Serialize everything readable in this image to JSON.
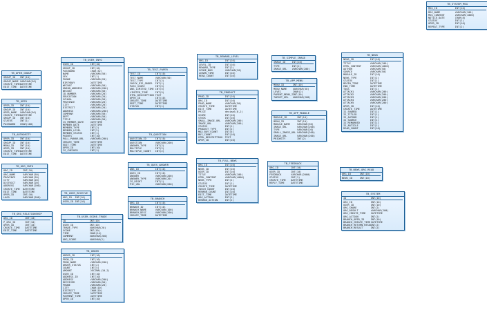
{
  "tables": [
    {
      "name": "TB_SYSTEM_MSG",
      "rows": [
        [
          "MSG_ID",
          "INT(10)"
        ],
        [
          "MSG_NAME",
          "VARCHAR(100)"
        ],
        [
          "MSG_CONTENT",
          "VARCHAR(1000)"
        ],
        [
          "NOTICE_DATE",
          "CHAR(8)"
        ],
        [
          "STATUS",
          "INT(1)"
        ],
        [
          "OPER_ID",
          "INT(10)"
        ],
        [
          "REPEAT_TYPE",
          "INT(2)"
        ]
      ]
    },
    {
      "name": "TB_OPER_GROUP",
      "rows": [
        [
          "GROUP_ID",
          "INT(10)"
        ],
        [
          "GROUP_NAME",
          "VARCHAR(50)"
        ],
        [
          "CREATE_TIME",
          "DATETIME"
        ],
        [
          "EDIT_TIME",
          "DATETIME"
        ]
      ]
    },
    {
      "name": "TB_OPER",
      "rows": [
        [
          "OPER_ID",
          "INT(10)"
        ],
        [
          "GROUP_ID",
          "INT(10)"
        ],
        [
          "OPER_NAME",
          "VARCHAR(50)"
        ],
        [
          "CREATE_TIME",
          "DATETIME"
        ],
        [
          "GROUP_ID",
          "INT(10)"
        ],
        [
          "STATUS",
          "INT(1)"
        ],
        [
          "PASSWORD",
          "CHAR(100)"
        ]
      ]
    },
    {
      "name": "TB_AUTHORITY",
      "rows": [
        [
          "OPER_ID",
          "INT(10)"
        ],
        [
          "GROUP_ID",
          "INT(10)"
        ],
        [
          "MENU_ID",
          "INT(10)"
        ],
        [
          "OPER_ID",
          "INT(10)"
        ],
        [
          "CREATE_TIME",
          "DATETIME"
        ],
        [
          "EDIT_TIME",
          "DATETIME"
        ]
      ]
    },
    {
      "name": "TB_ORG_INFO",
      "rows": [
        [
          "ORG_ID",
          "INT(10)"
        ],
        [
          "ORG_NAME",
          "VARCHAR(50)"
        ],
        [
          "PROVINCE",
          "VARCHAR(20)"
        ],
        [
          "CITY",
          "VARCHAR(20)"
        ],
        [
          "DISTRICT",
          "VARCHAR(20)"
        ],
        [
          "ADDRESS",
          "VARCHAR(200)"
        ],
        [
          "CREATE_TIME",
          "DATETIME"
        ],
        [
          "EDIT_TIME",
          "DATETIME"
        ],
        [
          "OPER_ID",
          "INT(10)"
        ],
        [
          "LOGO",
          "VARCHAR(200)"
        ]
      ]
    },
    {
      "name": "TB_ORG_RELATIONSHIP",
      "rows": [
        [
          "ORG_ID",
          "INT(10)"
        ],
        [
          "P_ORG_ID",
          "INT(10)"
        ],
        [
          "OPER_ID",
          "INT(10)"
        ],
        [
          "CREATE_TIME",
          "DATETIME"
        ],
        [
          "EDIT_TIME",
          "DATETIME"
        ]
      ]
    },
    {
      "name": "TB_USER_INFO",
      "rows": [
        [
          "USER_ID",
          "INT(10)"
        ],
        [
          "GROUP_ID",
          "INT(10)"
        ],
        [
          "PASSWORD",
          "CHAR(32)"
        ],
        [
          "NAME",
          "VARCHAR(50)"
        ],
        [
          "SEX",
          "INT(1)"
        ],
        [
          "PHONE",
          "VARCHAR(20)"
        ],
        [
          "BIRTHDAY",
          "DATETIME"
        ],
        [
          "WECHAT",
          "VARCHAR(50)"
        ],
        [
          "UNION_ADDRESS",
          "VARCHAR(200)"
        ],
        [
          "WECHAT",
          "VARCHAR(50)"
        ],
        [
          "ID_NUMBER",
          "VARCHAR(20)"
        ],
        [
          "EDUCATION",
          "VARCHAR(20)"
        ],
        [
          "SCHOOL",
          "VARCHAR(50)"
        ],
        [
          "PROVINCE",
          "VARCHAR(20)"
        ],
        [
          "CITY",
          "VARCHAR(20)"
        ],
        [
          "DISTRICT",
          "VARCHAR(20)"
        ],
        [
          "ADDRESS",
          "VARCHAR(200)"
        ],
        [
          "COMPANY",
          "VARCHAR(50)"
        ],
        [
          "DEPT",
          "VARCHAR(50)"
        ],
        [
          "TITLE",
          "VARCHAR(50)"
        ],
        [
          "IS_MEMBER_DATE",
          "DATETIME"
        ],
        [
          "MEMBER_DATE",
          "DATETIME"
        ],
        [
          "MEMBER_TYPE",
          "INT(2)"
        ],
        [
          "MEMBER_LEVEL",
          "INT(2)"
        ],
        [
          "MEMBER_STATUS",
          "INT(1)"
        ],
        [
          "POINTS",
          "INT(10)"
        ],
        [
          "POLL_PARAM_URL",
          "VARCHAR(200)"
        ],
        [
          "CREATE_TIME",
          "DATETIME"
        ],
        [
          "EDIT_TIME",
          "DATETIME"
        ],
        [
          "OPER_ID",
          "INT(10)"
        ],
        [
          "IS_CHECKED",
          "INT(1)"
        ]
      ]
    },
    {
      "name": "TB_USER_RECEIVE",
      "rows": [
        [
          "ORG_ID",
          "INT(10)"
        ],
        [
          "USER_ID",
          "INT(10)"
        ]
      ]
    },
    {
      "name": "TB_USER_SCORE_TRADE",
      "rows": [
        [
          "ID",
          "INT(10)"
        ],
        [
          "USER_ID",
          "INT(10)"
        ],
        [
          "TRADE_TYPE",
          "VARCHAR(20)"
        ],
        [
          "SCORE",
          "INT(10)"
        ],
        [
          "TIME",
          "CHAR(14)"
        ],
        [
          "COMMENT",
          "VARCHAR(200)"
        ],
        [
          "ORG_SCORE",
          "VARCHAR(2)"
        ]
      ]
    },
    {
      "name": "TB_ORDER",
      "rows": [
        [
          "ORDER_ID",
          "INT(10)"
        ],
        [
          "PROD_ID",
          "INT(10)"
        ],
        [
          "PROD_NAME",
          "VARCHAR(200)"
        ],
        [
          "ORDER_STATUS",
          "INT(2)"
        ],
        [
          "COUNT",
          "INT(5)"
        ],
        [
          "AMOUNT",
          "DECIMAL(10,2)"
        ],
        [
          "USER_ID",
          "INT(10)"
        ],
        [
          "ADDRESS_ID",
          "INT(10)"
        ],
        [
          "ADDRESS",
          "VARCHAR(200)"
        ],
        [
          "RECEIVER",
          "VARCHAR(50)"
        ],
        [
          "PHONE",
          "VARCHAR(20)"
        ],
        [
          "CITY",
          "CHAR(10)"
        ],
        [
          "DISTRICT",
          "CHAR(10)"
        ],
        [
          "CREATE_TIME",
          "DATETIME"
        ],
        [
          "PAYMENT_TIME",
          "DATETIME"
        ],
        [
          "OPER_ID",
          "INT(10)"
        ]
      ]
    },
    {
      "name": "TB_TEST_PAPER",
      "rows": [
        [
          "TEST_ID",
          "INT(10)"
        ],
        [
          "TEST_NAME",
          "VARCHAR(50)"
        ],
        [
          "TEST_TYPE",
          "INT(2)"
        ],
        [
          "CHECK_DIS_ORDER",
          "INT(1)"
        ],
        [
          "PASS_SCORE",
          "INT(5)"
        ],
        [
          "ANS_LIMITED_TIME",
          "INT(5)"
        ],
        [
          "LIMITED_TIME",
          "INT(5)"
        ],
        [
          "HTML_DESCRIPTION",
          "TEXT"
        ],
        [
          "OPER_ID",
          "INT(10)"
        ],
        [
          "CREATE_TIME",
          "DATETIME"
        ],
        [
          "EDIT_TIME",
          "DATETIME"
        ],
        [
          "STATUS",
          "INT(1)"
        ]
      ]
    },
    {
      "name": "TB_QUESTION",
      "rows": [
        [
          "QUESTION_ID",
          "INT(10)"
        ],
        [
          "QUESTION",
          "VARCHAR(200)"
        ],
        [
          "ANSWER_TYPE",
          "INT(2)"
        ],
        [
          "MULTIPLE",
          "INT(2)"
        ],
        [
          "MULTIPLE_COUNT",
          "INT(2)"
        ]
      ]
    },
    {
      "name": "TB_QUES_ANSWER",
      "rows": [
        [
          "ANS_ID",
          "INT(10)"
        ],
        [
          "QUES_ID",
          "INT(10)"
        ],
        [
          "ANSWER",
          "VARCHAR(200)"
        ],
        [
          "ANSWER_TYPE",
          "VARCHAR(20)"
        ],
        [
          "IS_RIGHT",
          "INT(1)"
        ],
        [
          "PIC_URL",
          "VARCHAR(200)"
        ]
      ]
    },
    {
      "name": "TB_BRANCH",
      "rows": [
        [
          "ORG_ID",
          "INT(10)"
        ],
        [
          "BRANCH_ID",
          "INT(10)"
        ],
        [
          "BRANCH_NAME",
          "VARCHAR(100)"
        ],
        [
          "BRANCH_DESC",
          "VARCHAR(200)"
        ],
        [
          "CREATE_TIME",
          "DATETIME"
        ]
      ]
    },
    {
      "name": "TB_REWARD_LEVEL",
      "rows": [
        [
          "ORG_ID",
          "INT(10)"
        ],
        [
          "LEVEL_ID",
          "INT(10)"
        ],
        [
          "REWARD_TYPE",
          "INT(2)"
        ],
        [
          "SCORE_NUM",
          "VARCHAR(20)"
        ],
        [
          "LEARN_TIME",
          "INT(10)"
        ],
        [
          "READ_COUNT",
          "INT(10)"
        ]
      ]
    },
    {
      "name": "TB_PRODUCT",
      "rows": [
        [
          "PROD_ID",
          "INT(10)"
        ],
        [
          "ORG_ID",
          "INT(10)"
        ],
        [
          "PROD_NAME",
          "VARCHAR(50)"
        ],
        [
          "CREATE_TIME",
          "DATETIME"
        ],
        [
          "EDIT_TIME",
          "DATETIME"
        ],
        [
          "PRICE",
          "decimal(8,2)"
        ],
        [
          "SCORE",
          "INT(10)"
        ],
        [
          "STOCK",
          "INT(10)"
        ],
        [
          "SMALL_IMAGE_URL",
          "VARCHAR(200)"
        ],
        [
          "IMAGE_URL",
          "VARCHAR(200)"
        ],
        [
          "STATUS",
          "INT(1)"
        ],
        [
          "PRODUCT_TYPE",
          "INT(2)"
        ],
        [
          "MAX_BUY_COUNT",
          "INT(5)"
        ],
        [
          "BUY_COUNT",
          "INT(10)"
        ],
        [
          "HTML_DESCRIPTION",
          "TEXT"
        ],
        [
          "OPER_ID",
          "INT(10)"
        ]
      ]
    },
    {
      "name": "TB_FULL_NEWS",
      "rows": [
        [
          "ORG_ID",
          "INT(10)"
        ],
        [
          "NEWS_ID",
          "INT(10)"
        ],
        [
          "USER_ID",
          "INT(10)"
        ],
        [
          "TITLE",
          "VARCHAR(100)"
        ],
        [
          "HTML_CONTENT",
          "VARCHAR(4000)"
        ],
        [
          "NEWS_TYPE",
          "INT(2)"
        ],
        [
          "STATUS",
          "INT(1)"
        ],
        [
          "CREATE_TIME",
          "DATETIME"
        ],
        [
          "TOUCH_COUNT",
          "INT(10)"
        ],
        [
          "REMARK_COUNT",
          "INT(10)"
        ],
        [
          "EDIT_TIME",
          "DATETIME"
        ],
        [
          "ORG_ACTION",
          "INT(2)"
        ],
        [
          "REMARK_ACTION",
          "INT(2)"
        ]
      ]
    },
    {
      "name": "TB_SIMPLE_IMAGE",
      "rows": [
        [
          "IMAGE_ID",
          "INT(10)"
        ],
        [
          "TYPE",
          "INT(2)"
        ],
        [
          "IMAGE_URL",
          "VARCHAR(200)"
        ]
      ]
    },
    {
      "name": "TB_APP_MENU",
      "rows": [
        [
          "MENU_ID",
          "INT(10)"
        ],
        [
          "MENU_NAME",
          "VARCHAR(50)"
        ],
        [
          "LEVEL",
          "CHAR(2)"
        ],
        [
          "PARENT_MENU_ID",
          "INT(10)"
        ],
        [
          "TARGET_URL",
          "VARCHAR(200)"
        ]
      ]
    },
    {
      "name": "TB_APP_MODULE",
      "rows": [
        [
          "MODULE_ID",
          "INT(10)"
        ],
        [
          "MENU_ID",
          "INT(10)"
        ],
        [
          "MODULE_NAME",
          "VARCHAR(50)"
        ],
        [
          "IMAGE_URL",
          "VARCHAR(200)"
        ],
        [
          "TYPE",
          "VARCHAR(20)"
        ],
        [
          "SMALL_IMAGE_URL",
          "VARCHAR(200)"
        ],
        [
          "IMAGE_URL",
          "VARCHAR(200)"
        ],
        [
          "PRIORITY",
          "INT(2)"
        ]
      ]
    },
    {
      "name": "TB_FEEDBACK",
      "rows": [
        [
          "ORG_ID",
          "INT(10)"
        ],
        [
          "USER_ID",
          "INT(10)"
        ],
        [
          "FEEDBACK",
          "VARCHAR(2000)"
        ],
        [
          "STATUS",
          "INT(1)"
        ],
        [
          "CREATE_TIME",
          "DATETIME"
        ],
        [
          "REPLY_TIME",
          "DATETIME"
        ]
      ]
    },
    {
      "name": "TB_NEWS",
      "rows": [
        [
          "NEWS_ID",
          "INT(10)"
        ],
        [
          "TITLE",
          "VARCHAR(100)"
        ],
        [
          "HTML_CONTENT",
          "VARCHAR(4000)"
        ],
        [
          "AUTHOR",
          "VARCHAR(50)"
        ],
        [
          "SOURCE",
          "VARCHAR(50)"
        ],
        [
          "MODULE_ID",
          "INT(10)"
        ],
        [
          "NEWS_TYPE",
          "INT(2)"
        ],
        [
          "STATUS",
          "INT(1)"
        ],
        [
          "BEGIN_TIME",
          "DATETIME"
        ],
        [
          "END_TIME",
          "DATETIME"
        ],
        [
          "TAGS",
          "INT(1)"
        ],
        [
          "ATTACH1",
          "VARCHAR(200)"
        ],
        [
          "ATTACH2",
          "VARCHAR(200)"
        ],
        [
          "ATTACH3",
          "VARCHAR(200)"
        ],
        [
          "ATTACH4",
          "VARCHAR(200)"
        ],
        [
          "ATTACH5",
          "VARCHAR(200)"
        ],
        [
          "OPER_ID",
          "INT(10)"
        ],
        [
          "CREATE_TIME",
          "DATETIME"
        ],
        [
          "IS_SHARED",
          "INT(1)"
        ],
        [
          "IS_TITLED",
          "INT(1)"
        ],
        [
          "IS_AUTHOR",
          "INT(1)"
        ],
        [
          "IS_SOURCE",
          "INT(1)"
        ],
        [
          "IS_REMARKED",
          "INT(1)"
        ],
        [
          "IS_ARTICLE",
          "INT(1)"
        ],
        [
          "READ_COUNT",
          "INT(10)"
        ]
      ]
    },
    {
      "name": "TB_NEWS_ORG_READ",
      "rows": [
        [
          "ORG_ID",
          "INT(10)"
        ],
        [
          "NEWS_ID",
          "INT(10)"
        ]
      ]
    },
    {
      "name": "TB_SYSTEM",
      "rows": [
        [
          "ID",
          "INT(10)"
        ],
        [
          "ORG_ID",
          "INT(10)"
        ],
        [
          "USER_ID",
          "INT(10)"
        ],
        [
          "ORG_SHARE",
          "INT(2)"
        ],
        [
          "ORG_RESULT",
          "VARCHAR(200)"
        ],
        [
          "ORG_CREATE_TIME",
          "DATETIME"
        ],
        [
          "ORG_ACTION",
          "INT(2)"
        ],
        [
          "BRANCH_OPER_ID",
          "INT(10)"
        ],
        [
          "BRANCH_CREATE_TIME",
          "DATETIME"
        ],
        [
          "BRANCH_RETURN_RESULT",
          "INT(2)"
        ],
        [
          "BRANCH_RESULT",
          "INT(2)"
        ]
      ]
    }
  ]
}
